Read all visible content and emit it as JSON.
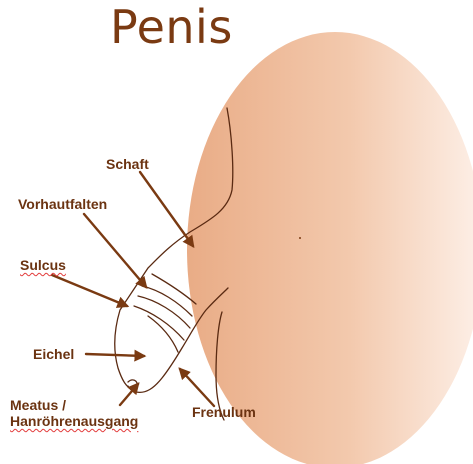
{
  "diagram": {
    "title": "Penis",
    "labels": {
      "schaft": "Schaft",
      "vorhautfalten": "Vorhautfalten",
      "sulcus": "Sulcus",
      "eichel": "Eichel",
      "meatus_line1": "Meatus /",
      "meatus_line2": "Hanröhrenausgang",
      "frenulum": "Frenulum"
    },
    "colors": {
      "title": "#7a3a12",
      "label_text": "#6b3311",
      "arrow": "#7a3a12",
      "sketch": "#5a2a12",
      "oval_dark": "#e9ac86",
      "oval_light": "#fbeae0"
    }
  }
}
